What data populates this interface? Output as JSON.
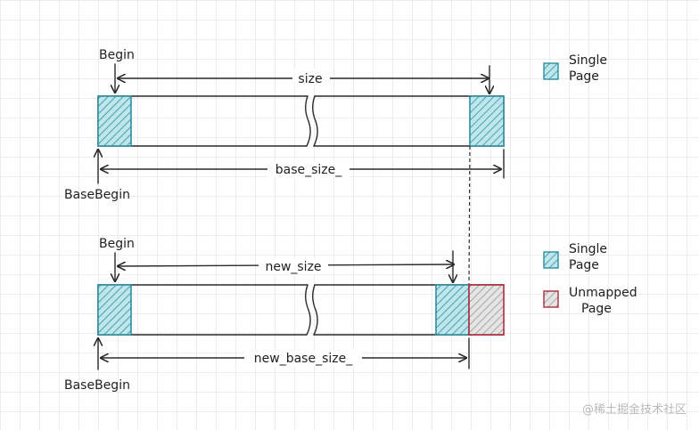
{
  "top": {
    "begin_label": "Begin",
    "size_label": "size",
    "base_size_label": "base_size_",
    "base_begin_label": "BaseBegin"
  },
  "bottom": {
    "begin_label": "Begin",
    "size_label": "new_size",
    "base_size_label": "new_base_size_",
    "base_begin_label": "BaseBegin"
  },
  "legend": {
    "single_page": [
      "Single",
      "Page"
    ],
    "unmapped_page": [
      "Unmapped",
      "Page"
    ]
  },
  "colors": {
    "page_fill": "#9fd6df",
    "page_stroke": "#2f8ea0",
    "unmapped_fill": "#d8d8d8",
    "unmapped_stroke": "#b02a3d"
  },
  "watermark": "@稀土掘金技术社区"
}
